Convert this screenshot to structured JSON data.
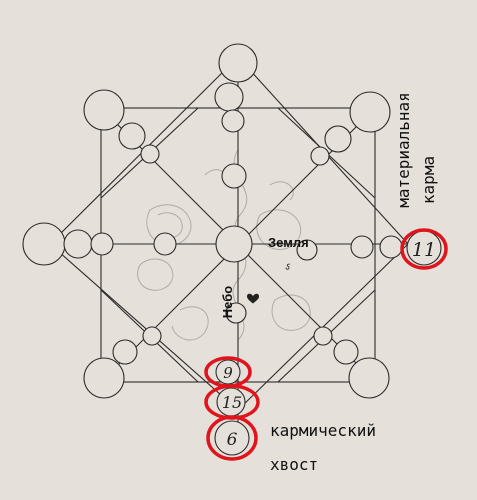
{
  "labels": {
    "zemlya": "Земля",
    "nebo": "Небо",
    "material_karma_line1": "материальная",
    "material_karma_line2": "карма",
    "karmic_tail_line1": "кармический",
    "karmic_tail_line2": "хвост"
  },
  "numbers": {
    "right_circle": "11",
    "bottom_1": "9",
    "bottom_2": "15",
    "bottom_3": "6",
    "snake_symbol": "ऽ"
  },
  "icons": {
    "center_heart": "heart-icon",
    "background": "rose-snake-illustration"
  },
  "colors": {
    "background": "#e6e0da",
    "highlight": "#e0141c",
    "line": "#2b2b2b"
  }
}
